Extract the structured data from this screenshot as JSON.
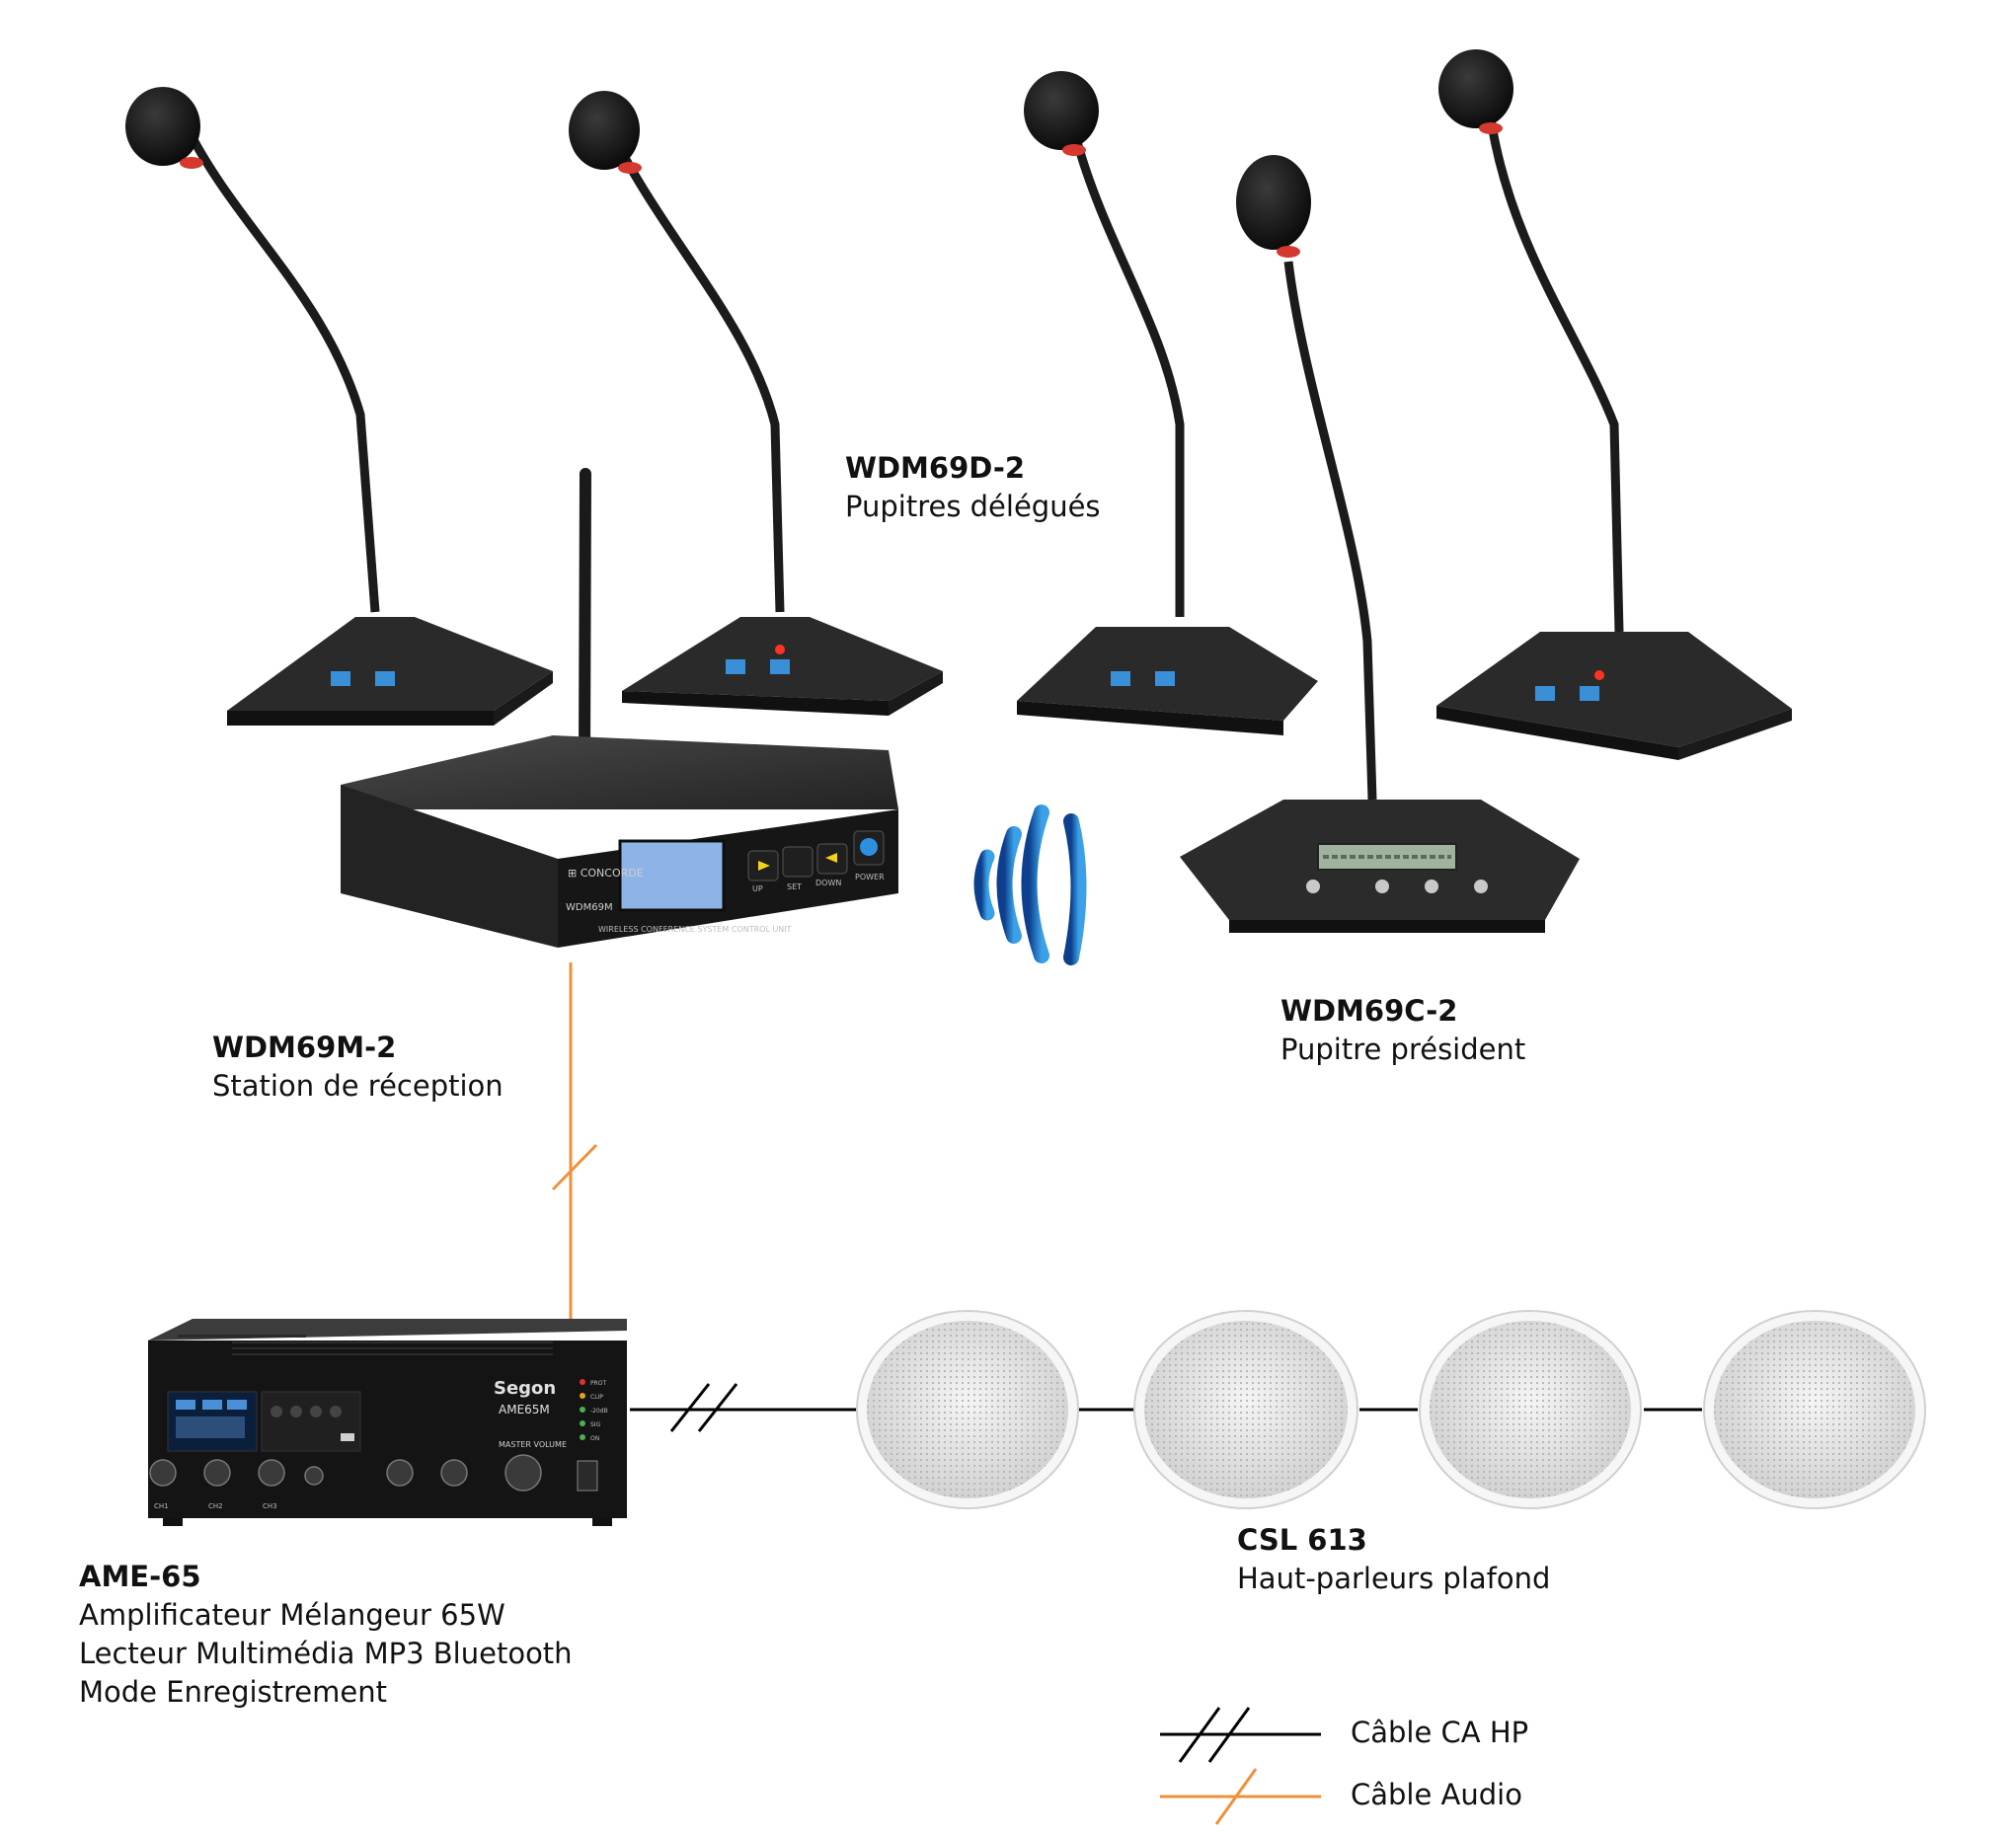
{
  "devices": {
    "delegates": {
      "model": "WDM69D-2",
      "desc": "Pupitres délégués"
    },
    "president": {
      "model": "WDM69C-2",
      "desc": "Pupitre président"
    },
    "receiver": {
      "model": "WDM69M-2",
      "desc": "Station de réception"
    },
    "amplifier": {
      "model": "AME-65",
      "desc_lines": [
        "Amplificateur Mélangeur 65W",
        "Lecteur Multimédia MP3 Bluetooth",
        "Mode Enregistrement"
      ]
    },
    "speakers": {
      "model": "CSL 613",
      "desc": "Haut-parleurs plafond"
    }
  },
  "product_markings": {
    "receiver_front": "WIRELESS CONFERENCE SYSTEM CONTROL UNIT",
    "receiver_model": "WDM69M",
    "receiver_buttons": [
      "UP",
      "SET",
      "DOWN",
      "POWER"
    ],
    "amp_brand": "Segon",
    "amp_model": "AME65M",
    "amp_volume_label": "MASTER VOLUME",
    "amp_channels": [
      "CH1",
      "CH2",
      "CH3"
    ],
    "amp_leds": [
      "PROT",
      "CLIP",
      "-20dB",
      "SIG",
      "ON"
    ]
  },
  "legend": [
    {
      "label": "Câble CA HP",
      "color": "#000000"
    },
    {
      "label": "Câble Audio",
      "color": "#f0913a"
    }
  ],
  "colors": {
    "audio_cable": "#f0913a",
    "speaker_cable": "#000000",
    "wireless": "#1a66c2"
  }
}
